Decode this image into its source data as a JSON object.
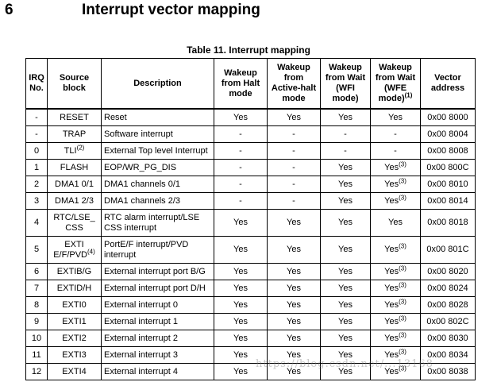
{
  "section": {
    "number": "6",
    "title": "Interrupt vector mapping"
  },
  "table": {
    "caption": "Table 11. Interrupt mapping",
    "headers": [
      {
        "text": "IRQ No."
      },
      {
        "text": "Source block"
      },
      {
        "text": "Description"
      },
      {
        "text": "Wakeup from Halt mode"
      },
      {
        "text": "Wakeup from Active-halt mode"
      },
      {
        "text": "Wakeup from Wait (WFI mode)"
      },
      {
        "text": "Wakeup from Wait (WFE mode)",
        "sup": "(1)"
      },
      {
        "text": "Vector address"
      }
    ],
    "rows": [
      {
        "irq": "-",
        "src": "RESET",
        "desc": "Reset",
        "halt": "Yes",
        "active": "Yes",
        "wfi": "Yes",
        "wfe": "Yes",
        "vec": "0x00 8000"
      },
      {
        "irq": "-",
        "src": "TRAP",
        "desc": "Software interrupt",
        "halt": "-",
        "active": "-",
        "wfi": "-",
        "wfe": "-",
        "vec": "0x00 8004"
      },
      {
        "irq": "0",
        "src": "TLI",
        "src_sup": "(2)",
        "desc": "External Top level Interrupt",
        "halt": "-",
        "active": "-",
        "wfi": "-",
        "wfe": "-",
        "vec": "0x00 8008"
      },
      {
        "irq": "1",
        "src": "FLASH",
        "desc": "EOP/WR_PG_DIS",
        "halt": "-",
        "active": "-",
        "wfi": "Yes",
        "wfe": "Yes",
        "wfe_sup": "(3)",
        "vec": "0x00 800C"
      },
      {
        "irq": "2",
        "src": "DMA1 0/1",
        "desc": "DMA1 channels 0/1",
        "halt": "-",
        "active": "-",
        "wfi": "Yes",
        "wfe": "Yes",
        "wfe_sup": "(3)",
        "vec": "0x00 8010"
      },
      {
        "irq": "3",
        "src": "DMA1 2/3",
        "desc": "DMA1 channels 2/3",
        "halt": "-",
        "active": "-",
        "wfi": "Yes",
        "wfe": "Yes",
        "wfe_sup": "(3)",
        "vec": "0x00 8014"
      },
      {
        "irq": "4",
        "src": "RTC/LSE_ CSS",
        "desc": "RTC alarm interrupt/LSE CSS interrupt",
        "halt": "Yes",
        "active": "Yes",
        "wfi": "Yes",
        "wfe": "Yes",
        "vec": "0x00 8018",
        "tall": true
      },
      {
        "irq": "5",
        "src": "EXTI E/F/PVD",
        "src_sup": "(4)",
        "desc": "PortE/F interrupt/PVD interrupt",
        "halt": "Yes",
        "active": "Yes",
        "wfi": "Yes",
        "wfe": "Yes",
        "wfe_sup": "(3)",
        "vec": "0x00 801C",
        "tall": true
      },
      {
        "irq": "6",
        "src": "EXTIB/G",
        "desc": "External interrupt port B/G",
        "halt": "Yes",
        "active": "Yes",
        "wfi": "Yes",
        "wfe": "Yes",
        "wfe_sup": "(3)",
        "vec": "0x00 8020"
      },
      {
        "irq": "7",
        "src": "EXTID/H",
        "desc": "External interrupt port D/H",
        "halt": "Yes",
        "active": "Yes",
        "wfi": "Yes",
        "wfe": "Yes",
        "wfe_sup": "(3)",
        "vec": "0x00 8024"
      },
      {
        "irq": "8",
        "src": "EXTI0",
        "desc": "External interrupt 0",
        "halt": "Yes",
        "active": "Yes",
        "wfi": "Yes",
        "wfe": "Yes",
        "wfe_sup": "(3)",
        "vec": "0x00 8028"
      },
      {
        "irq": "9",
        "src": "EXTI1",
        "desc": "External interrupt 1",
        "halt": "Yes",
        "active": "Yes",
        "wfi": "Yes",
        "wfe": "Yes",
        "wfe_sup": "(3)",
        "vec": "0x00 802C"
      },
      {
        "irq": "10",
        "src": "EXTI2",
        "desc": "External interrupt 2",
        "halt": "Yes",
        "active": "Yes",
        "wfi": "Yes",
        "wfe": "Yes",
        "wfe_sup": "(3)",
        "vec": "0x00 8030"
      },
      {
        "irq": "11",
        "src": "EXTI3",
        "desc": "External interrupt 3",
        "halt": "Yes",
        "active": "Yes",
        "wfi": "Yes",
        "wfe": "Yes",
        "wfe_sup": "(3)",
        "vec": "0x00 8034"
      },
      {
        "irq": "12",
        "src": "EXTI4",
        "desc": "External interrupt 4",
        "halt": "Yes",
        "active": "Yes",
        "wfi": "Yes",
        "wfe": "Yes",
        "wfe_sup": "(3)",
        "vec": "0x00 8038"
      }
    ]
  },
  "watermark": "https://blog.csdn.net/...13168"
}
